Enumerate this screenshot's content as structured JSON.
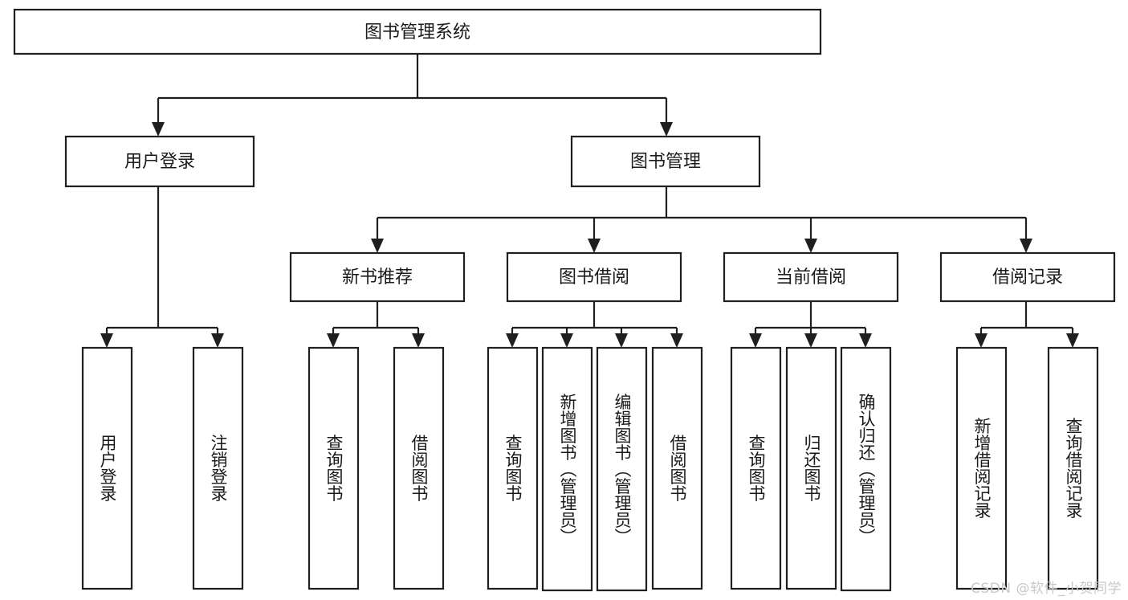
{
  "diagram": {
    "type": "tree-hierarchy",
    "title_node": {
      "label": "图书管理系统"
    },
    "level2": [
      {
        "id": "user-login",
        "label": "用户登录"
      },
      {
        "id": "book-management",
        "label": "图书管理"
      }
    ],
    "level3": [
      {
        "id": "new-book-recommend",
        "label": "新书推荐",
        "parent": "book-management"
      },
      {
        "id": "book-borrow",
        "label": "图书借阅",
        "parent": "book-management"
      },
      {
        "id": "current-borrow",
        "label": "当前借阅",
        "parent": "book-management"
      },
      {
        "id": "borrow-record",
        "label": "借阅记录",
        "parent": "book-management"
      }
    ],
    "leaves": {
      "user-login": [
        {
          "id": "leaf-user-login",
          "label": "用户登录"
        },
        {
          "id": "leaf-logout",
          "label": "注销登录"
        }
      ],
      "new-book-recommend": [
        {
          "id": "leaf-query-book-1",
          "label": "查询图书"
        },
        {
          "id": "leaf-borrow-book-1",
          "label": "借阅图书"
        }
      ],
      "book-borrow": [
        {
          "id": "leaf-query-book-2",
          "label": "查询图书"
        },
        {
          "id": "leaf-add-book",
          "label": "新增图书（管理员）"
        },
        {
          "id": "leaf-edit-book",
          "label": "编辑图书（管理员）"
        },
        {
          "id": "leaf-borrow-book-2",
          "label": "借阅图书"
        }
      ],
      "current-borrow": [
        {
          "id": "leaf-query-book-3",
          "label": "查询图书"
        },
        {
          "id": "leaf-return-book",
          "label": "归还图书"
        },
        {
          "id": "leaf-confirm-return",
          "label": "确认归还（管理员）"
        }
      ],
      "borrow-record": [
        {
          "id": "leaf-add-record",
          "label": "新增借阅记录"
        },
        {
          "id": "leaf-query-record",
          "label": "查询借阅记录"
        }
      ]
    }
  },
  "watermark": {
    "text": "CSDN @软件_小贺同学"
  },
  "colors": {
    "stroke": "#1f1f1f",
    "fill": "#ffffff",
    "text": "#1a1a1a",
    "watermark": "#c9c9c9"
  }
}
